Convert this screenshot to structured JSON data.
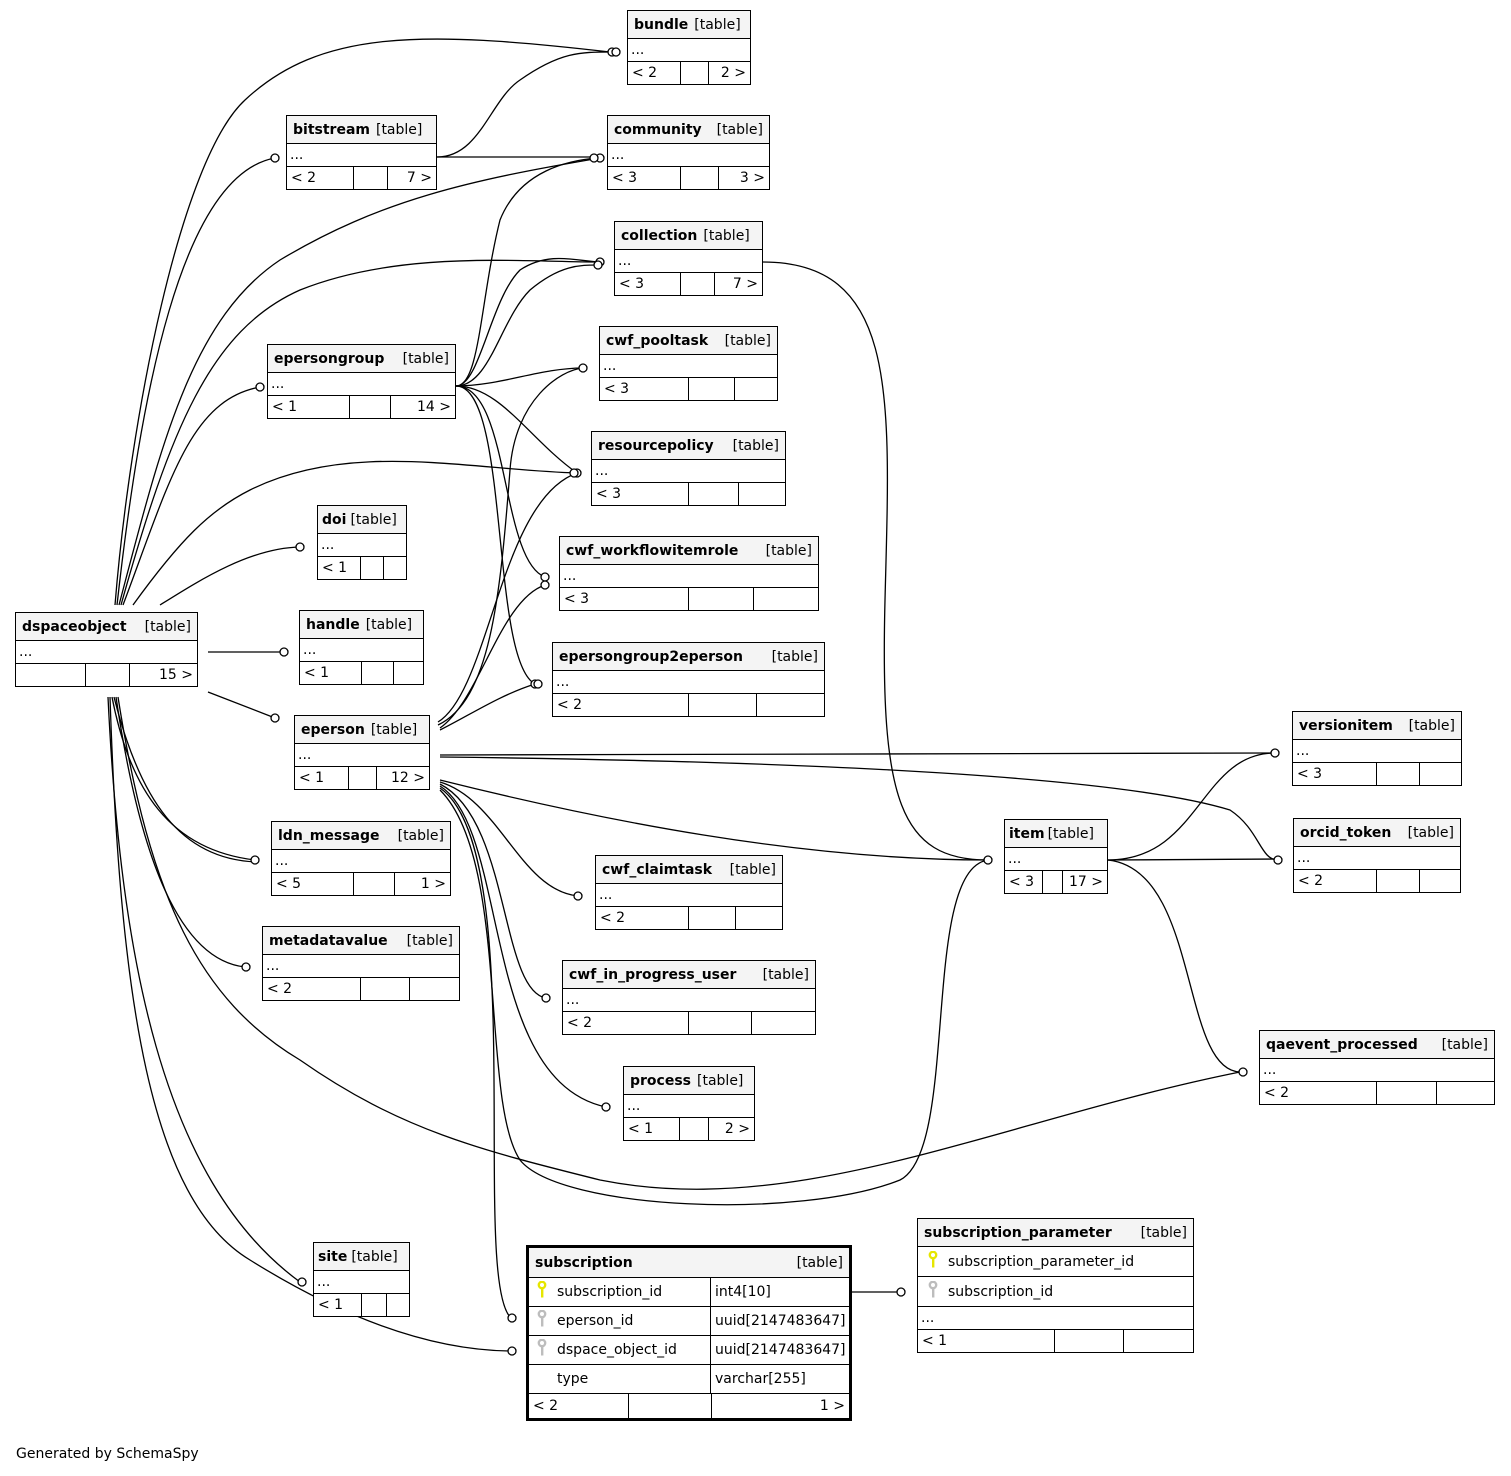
{
  "footer": "Generated by SchemaSpy",
  "colors": {
    "primary_key": "#e6e600",
    "foreign_key": "#bdbdbd",
    "header_bg": "#f4f4f4",
    "line": "#000000"
  },
  "tables": {
    "bundle": {
      "name": "bundle",
      "type": "[table]",
      "row": "...",
      "parents": "< 2",
      "middle": "",
      "children": "2 >"
    },
    "bitstream": {
      "name": "bitstream",
      "type": "[table]",
      "row": "...",
      "parents": "< 2",
      "middle": "",
      "children": "7 >"
    },
    "community": {
      "name": "community",
      "type": "[table]",
      "row": "...",
      "parents": "< 3",
      "middle": "",
      "children": "3 >"
    },
    "collection": {
      "name": "collection",
      "type": "[table]",
      "row": "...",
      "parents": "< 3",
      "middle": "",
      "children": "7 >"
    },
    "cwf_pooltask": {
      "name": "cwf_pooltask",
      "type": "[table]",
      "row": "...",
      "parents": "< 3",
      "middle": "",
      "children": ""
    },
    "epersongroup": {
      "name": "epersongroup",
      "type": "[table]",
      "row": "...",
      "parents": "< 1",
      "middle": "",
      "children": "14 >"
    },
    "resourcepolicy": {
      "name": "resourcepolicy",
      "type": "[table]",
      "row": "...",
      "parents": "< 3",
      "middle": "",
      "children": ""
    },
    "doi": {
      "name": "doi",
      "type": "[table]",
      "row": "...",
      "parents": "< 1",
      "middle": "",
      "children": ""
    },
    "cwf_workflowitemrole": {
      "name": "cwf_workflowitemrole",
      "type": "[table]",
      "row": "...",
      "parents": "< 3",
      "middle": "",
      "children": ""
    },
    "dspaceobject": {
      "name": "dspaceobject",
      "type": "[table]",
      "row": "...",
      "parents": "",
      "middle": "",
      "children": "15 >"
    },
    "handle": {
      "name": "handle",
      "type": "[table]",
      "row": "...",
      "parents": "< 1",
      "middle": "",
      "children": ""
    },
    "epersongroup2eperson": {
      "name": "epersongroup2eperson",
      "type": "[table]",
      "row": "...",
      "parents": "< 2",
      "middle": "",
      "children": ""
    },
    "eperson": {
      "name": "eperson",
      "type": "[table]",
      "row": "...",
      "parents": "< 1",
      "middle": "",
      "children": "12 >"
    },
    "versionitem": {
      "name": "versionitem",
      "type": "[table]",
      "row": "...",
      "parents": "< 3",
      "middle": "",
      "children": ""
    },
    "orcid_token": {
      "name": "orcid_token",
      "type": "[table]",
      "row": "...",
      "parents": "< 2",
      "middle": "",
      "children": ""
    },
    "item": {
      "name": "item",
      "type": "[table]",
      "row": "...",
      "parents": "< 3",
      "middle": "",
      "children": "17 >"
    },
    "ldn_message": {
      "name": "ldn_message",
      "type": "[table]",
      "row": "...",
      "parents": "< 5",
      "middle": "",
      "children": "1 >"
    },
    "cwf_claimtask": {
      "name": "cwf_claimtask",
      "type": "[table]",
      "row": "...",
      "parents": "< 2",
      "middle": "",
      "children": ""
    },
    "metadatavalue": {
      "name": "metadatavalue",
      "type": "[table]",
      "row": "...",
      "parents": "< 2",
      "middle": "",
      "children": ""
    },
    "cwf_in_progress_user": {
      "name": "cwf_in_progress_user",
      "type": "[table]",
      "row": "...",
      "parents": "< 2",
      "middle": "",
      "children": ""
    },
    "qaevent_processed": {
      "name": "qaevent_processed",
      "type": "[table]",
      "row": "...",
      "parents": "< 2",
      "middle": "",
      "children": ""
    },
    "process": {
      "name": "process",
      "type": "[table]",
      "row": "...",
      "parents": "< 1",
      "middle": "",
      "children": "2 >"
    },
    "site": {
      "name": "site",
      "type": "[table]",
      "row": "...",
      "parents": "< 1",
      "middle": "",
      "children": ""
    },
    "subscription": {
      "name": "subscription",
      "type": "[table]",
      "columns": [
        {
          "name": "subscription_id",
          "type": "int4[10]",
          "key": "primary"
        },
        {
          "name": "eperson_id",
          "type": "uuid[2147483647]",
          "key": "foreign"
        },
        {
          "name": "dspace_object_id",
          "type": "uuid[2147483647]",
          "key": "foreign"
        },
        {
          "name": "type",
          "type": "varchar[255]",
          "key": "none"
        }
      ],
      "parents": "< 2",
      "middle": "",
      "children": "1 >"
    },
    "subscription_parameter": {
      "name": "subscription_parameter",
      "type": "[table]",
      "columns": [
        {
          "name": "subscription_parameter_id",
          "key": "primary"
        },
        {
          "name": "subscription_id",
          "key": "foreign"
        }
      ],
      "row": "...",
      "parents": "< 1",
      "middle": "",
      "children": ""
    }
  }
}
